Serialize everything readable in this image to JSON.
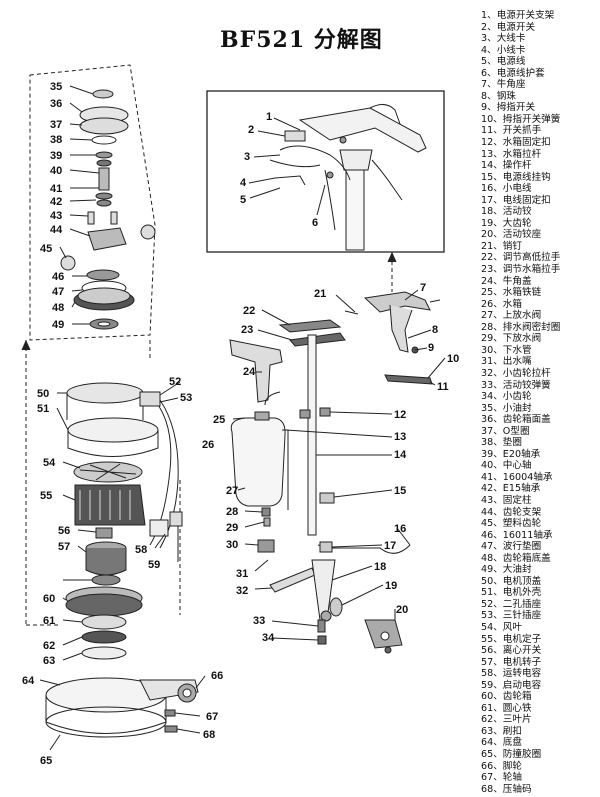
{
  "title": "BF521 分解图",
  "parts": [
    "1、电源开关支架",
    "2、电源开关",
    "3、大线卡",
    "4、小线卡",
    "5、电源线",
    "6、电源线护套",
    "7、牛角座",
    "8、钢珠",
    "9、拇指开关",
    "10、拇指开关弹簧",
    "11、开关抓手",
    "12、水箱固定扣",
    "13、水箱拉杆",
    "14、操作杆",
    "15、电源线挂钩",
    "16、小电线",
    "17、电线固定扣",
    "18、活动铰",
    "19、大齿轮",
    "20、活动铰座",
    "21、销钉",
    "22、调节高低拉手",
    "23、调节水箱拉手",
    "24、牛角盖",
    "25、水箱铁链",
    "26、水箱",
    "27、上放水阀",
    "28、排水阀密封圈",
    "29、下放水阀",
    "30、下水管",
    "31、出水嘴",
    "32、小齿轮拉杆",
    "33、活动铰弹簧",
    "34、小齿轮",
    "35、小油封",
    "36、齿轮箱面盖",
    "37、O型圈",
    "38、垫圈",
    "39、E20轴承",
    "40、中心轴",
    "41、16004轴承",
    "42、E15轴承",
    "43、固定柱",
    "44、齿轮支架",
    "45、塑料齿轮",
    "46、16011轴承",
    "47、波行垫圈",
    "48、齿轮箱底盖",
    "49、大油封",
    "50、电机顶盖",
    "51、电机外壳",
    "52、二孔插座",
    "53、三针插座",
    "54、风叶",
    "55、电机定子",
    "56、离心开关",
    "57、电机转子",
    "58、运转电容",
    "59、启动电容",
    "60、齿轮箱",
    "61、圆心铁",
    "62、三叶片",
    "63、刷扣",
    "64、底盘",
    "65、防撞胶圈",
    "66、脚轮",
    "67、轮轴",
    "68、压轴码"
  ],
  "callouts": {
    "n1": "1",
    "n2": "2",
    "n3": "3",
    "n4": "4",
    "n5": "5",
    "n6": "6",
    "n7": "7",
    "n8": "8",
    "n9": "9",
    "n10": "10",
    "n11": "11",
    "n12": "12",
    "n13": "13",
    "n14": "14",
    "n15": "15",
    "n16": "16",
    "n17": "17",
    "n18": "18",
    "n19": "19",
    "n20": "20",
    "n21": "21",
    "n22": "22",
    "n23": "23",
    "n24": "24",
    "n25": "25",
    "n26": "26",
    "n27": "27",
    "n28": "28",
    "n29": "29",
    "n30": "30",
    "n31": "31",
    "n32": "32",
    "n33": "33",
    "n34": "34",
    "n35": "35",
    "n36": "36",
    "n37": "37",
    "n38": "38",
    "n39": "39",
    "n40": "40",
    "n41": "41",
    "n42": "42",
    "n43": "43",
    "n44": "44",
    "n45": "45",
    "n46": "46",
    "n47": "47",
    "n48": "48",
    "n49": "49",
    "n50": "50",
    "n51": "51",
    "n52": "52",
    "n53": "53",
    "n54": "54",
    "n55": "55",
    "n56": "56",
    "n57": "57",
    "n58": "58",
    "n59": "59",
    "n60": "60",
    "n61": "61",
    "n62": "62",
    "n63": "63",
    "n64": "64",
    "n65": "65",
    "n66": "66",
    "n67": "67",
    "n68": "68"
  }
}
